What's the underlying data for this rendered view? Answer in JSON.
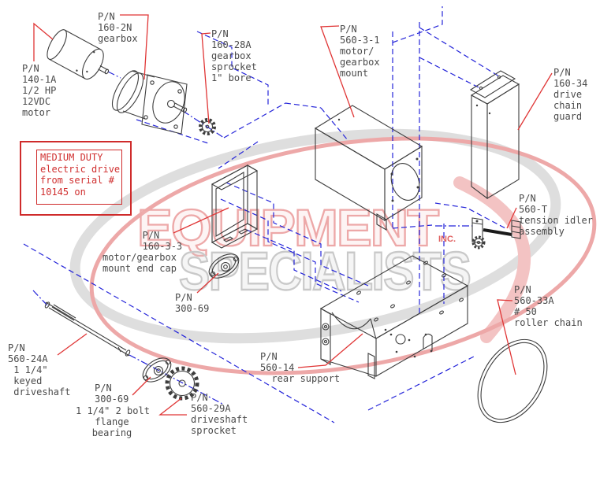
{
  "title": "Medium duty electric drive exploded parts diagram",
  "colors": {
    "leader_red": "#e03535",
    "alignment_blue": "#2424d9",
    "drawing_gray": "#3d3d3d",
    "label_text": "#4a4a4a",
    "notice_red": "#d03030",
    "watermark_pink": "#eda8a8",
    "watermark_gray": "#c9c9c9"
  },
  "watermark": {
    "line1": "EQUIPMENT",
    "line2": "SPECIALISTS",
    "suffix": "INC."
  },
  "notice_box": {
    "line1": "MEDIUM DUTY",
    "line2": "electric drive",
    "line3": "from serial #",
    "line4": "10145 on"
  },
  "labels": {
    "motor": {
      "lines": [
        "P/N",
        "140-1A",
        "1/2 HP",
        "12VDC",
        "motor"
      ]
    },
    "gearbox": {
      "lines": [
        "P/N",
        "160-2N",
        "gearbox"
      ]
    },
    "gearbox_sprocket": {
      "lines": [
        "P/N",
        "160-28A",
        "gearbox",
        "sprocket",
        "1\" bore"
      ]
    },
    "mount": {
      "lines": [
        "P/N",
        "560-3-1",
        "motor/",
        "gearbox",
        "mount"
      ]
    },
    "chain_guard": {
      "lines": [
        "P/N",
        "160-34",
        "drive",
        "chain",
        "guard"
      ]
    },
    "end_cap": {
      "lines": [
        "       P/N",
        "       160-3-3",
        "motor/gearbox",
        "mount end cap"
      ]
    },
    "bearing_mid": {
      "lines": [
        "P/N",
        "300-69"
      ]
    },
    "tension_idler": {
      "lines": [
        "P/N",
        "560-T",
        "tension idler",
        "assembly"
      ]
    },
    "roller_chain": {
      "lines": [
        "P/N",
        "560-33A",
        "# 50",
        "roller chain"
      ]
    },
    "driveshaft": {
      "lines": [
        "P/N",
        "560-24A",
        " 1 1/4\"",
        " keyed",
        " driveshaft"
      ]
    },
    "bearing_bottom": {
      "lines": [
        "P/N",
        "300-69"
      ]
    },
    "bearing_caption": {
      "lines": [
        "1 1/4\" 2 bolt",
        "flange",
        "bearing"
      ]
    },
    "driveshaft_sprocket": {
      "lines": [
        "P/N",
        "560-29A",
        "driveshaft",
        "sprocket"
      ]
    },
    "rear_support": {
      "lines": [
        "P/N",
        "560-14",
        "  rear support"
      ]
    }
  }
}
